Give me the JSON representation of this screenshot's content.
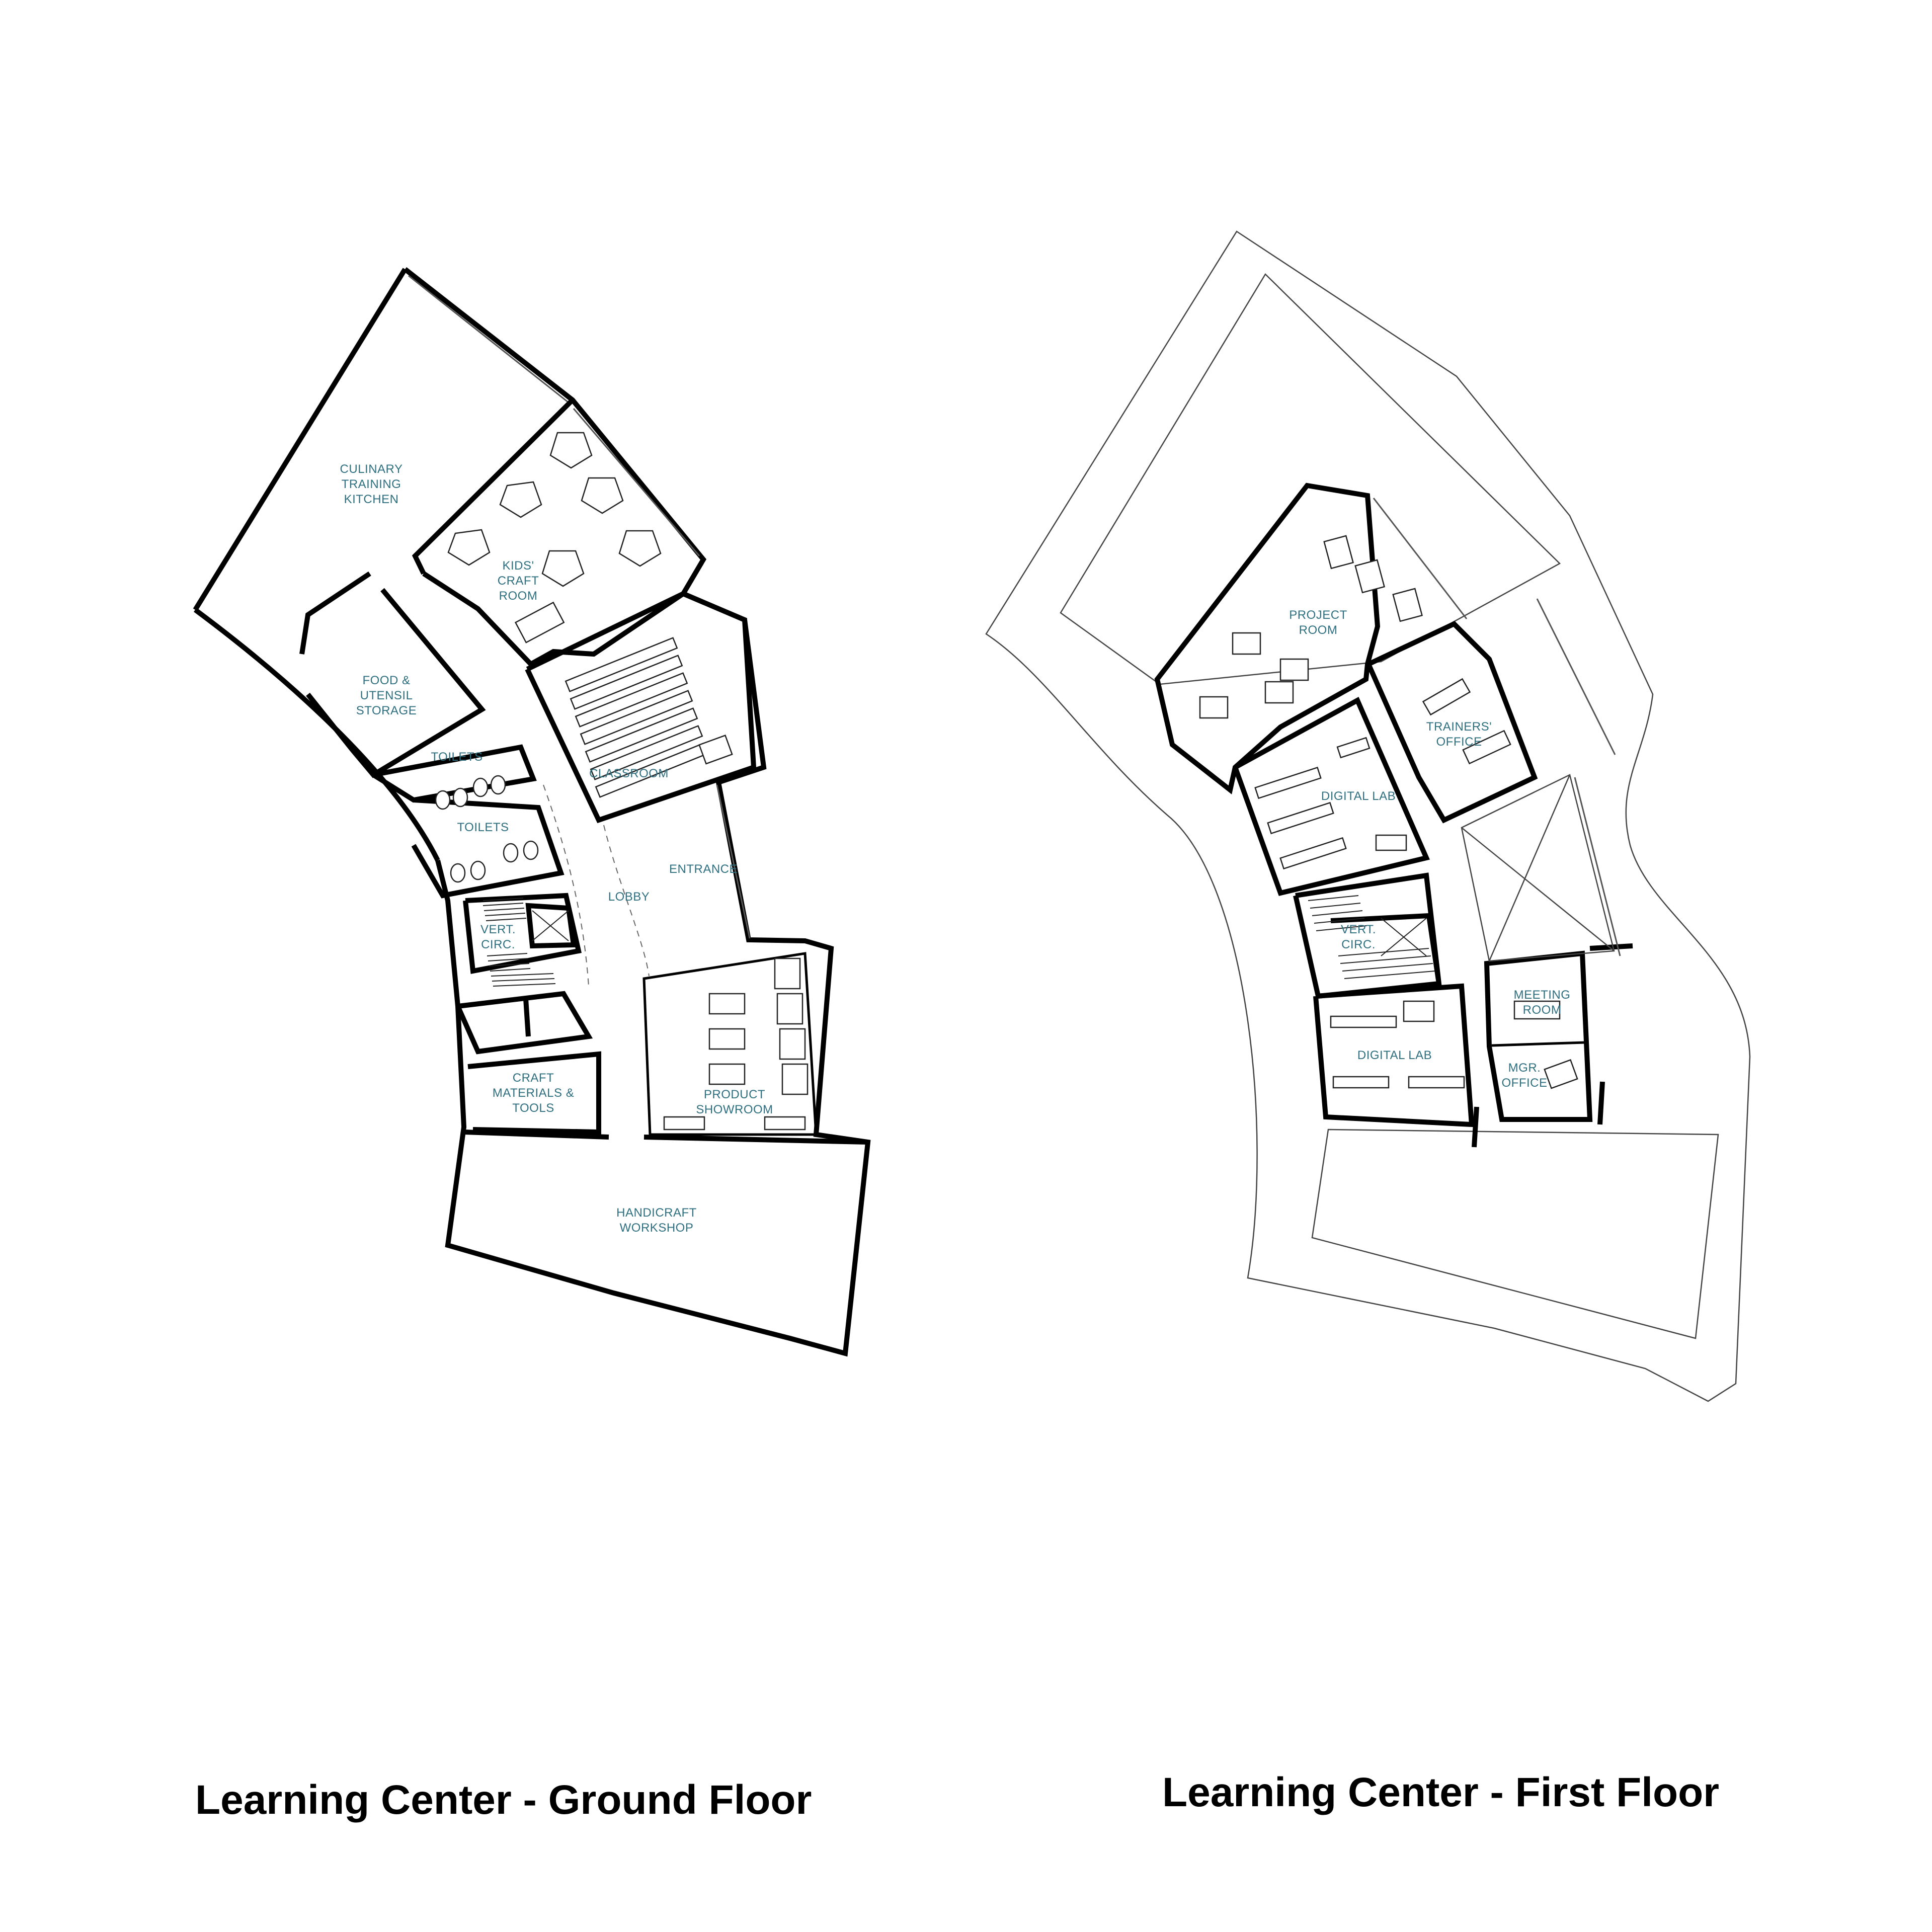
{
  "ground_floor": {
    "caption": "Learning Center - Ground Floor",
    "rooms": {
      "culinary": [
        "CULINARY",
        "TRAINING",
        "KITCHEN"
      ],
      "kids_craft": [
        "KIDS'",
        "CRAFT",
        "ROOM"
      ],
      "food_storage": [
        "FOOD &",
        "UTENSIL",
        "STORAGE"
      ],
      "toilets_upper": "TOILETS",
      "toilets_lower": "TOILETS",
      "classroom": "CLASSROOM",
      "entrance": "ENTRANCE",
      "lobby": "LOBBY",
      "vert_circ": [
        "VERT.",
        "CIRC."
      ],
      "craft_materials": [
        "CRAFT",
        "MATERIALS &",
        "TOOLS"
      ],
      "product_showroom": [
        "PRODUCT",
        "SHOWROOM"
      ],
      "handicraft_workshop": [
        "HANDICRAFT",
        "WORKSHOP"
      ]
    }
  },
  "first_floor": {
    "caption": "Learning Center - First Floor",
    "rooms": {
      "project_room": [
        "PROJECT",
        "ROOM"
      ],
      "trainers_office": [
        "TRAINERS'",
        "OFFICE"
      ],
      "digital_lab_upper": "DIGITAL LAB",
      "vert_circ": [
        "VERT.",
        "CIRC."
      ],
      "meeting_room": [
        "MEETING",
        "ROOM"
      ],
      "digital_lab_lower": "DIGITAL LAB",
      "mgr_office": [
        "MGR.",
        "OFFICE"
      ]
    }
  }
}
